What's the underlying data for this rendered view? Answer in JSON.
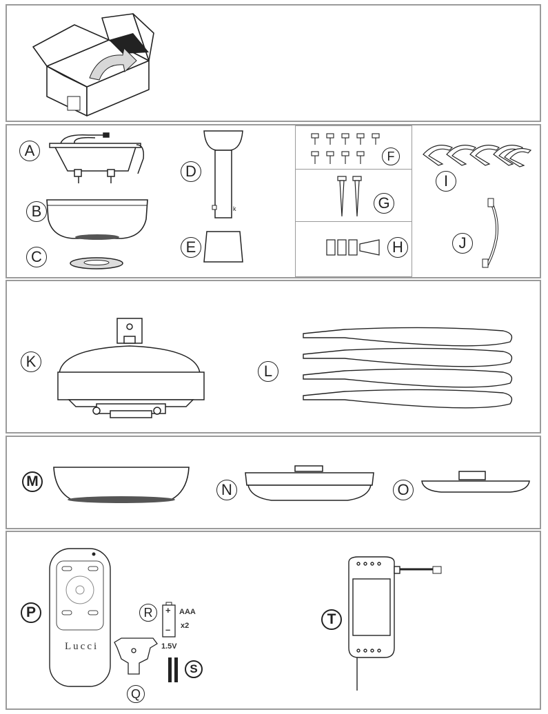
{
  "parts": {
    "A": "A",
    "B": "B",
    "C": "C",
    "D": "D",
    "E": "E",
    "F": "F",
    "G": "G",
    "H": "H",
    "I": "I",
    "J": "J",
    "K": "K",
    "L": "L",
    "M": "M",
    "N": "N",
    "O": "O",
    "P": "P",
    "Q": "Q",
    "R": "R",
    "S": "S",
    "T": "T"
  },
  "remote": {
    "brand": "Lucci"
  },
  "battery": {
    "type": "AAA",
    "count": "x2",
    "voltage": "1.5V",
    "plus": "+",
    "minus": "–"
  },
  "icons": [
    "box-icon",
    "mounting-bracket-icon",
    "canopy-icon",
    "canopy-ring-icon",
    "downrod-icon",
    "downrod-cover-icon",
    "screws-icon",
    "wood-screws-icon",
    "wire-connectors-icon",
    "blade-clips-icon",
    "wire-harness-icon",
    "motor-icon",
    "blades-icon",
    "light-kit-icon",
    "remote-icon",
    "remote-holder-icon",
    "battery-icon",
    "receiver-icon"
  ]
}
